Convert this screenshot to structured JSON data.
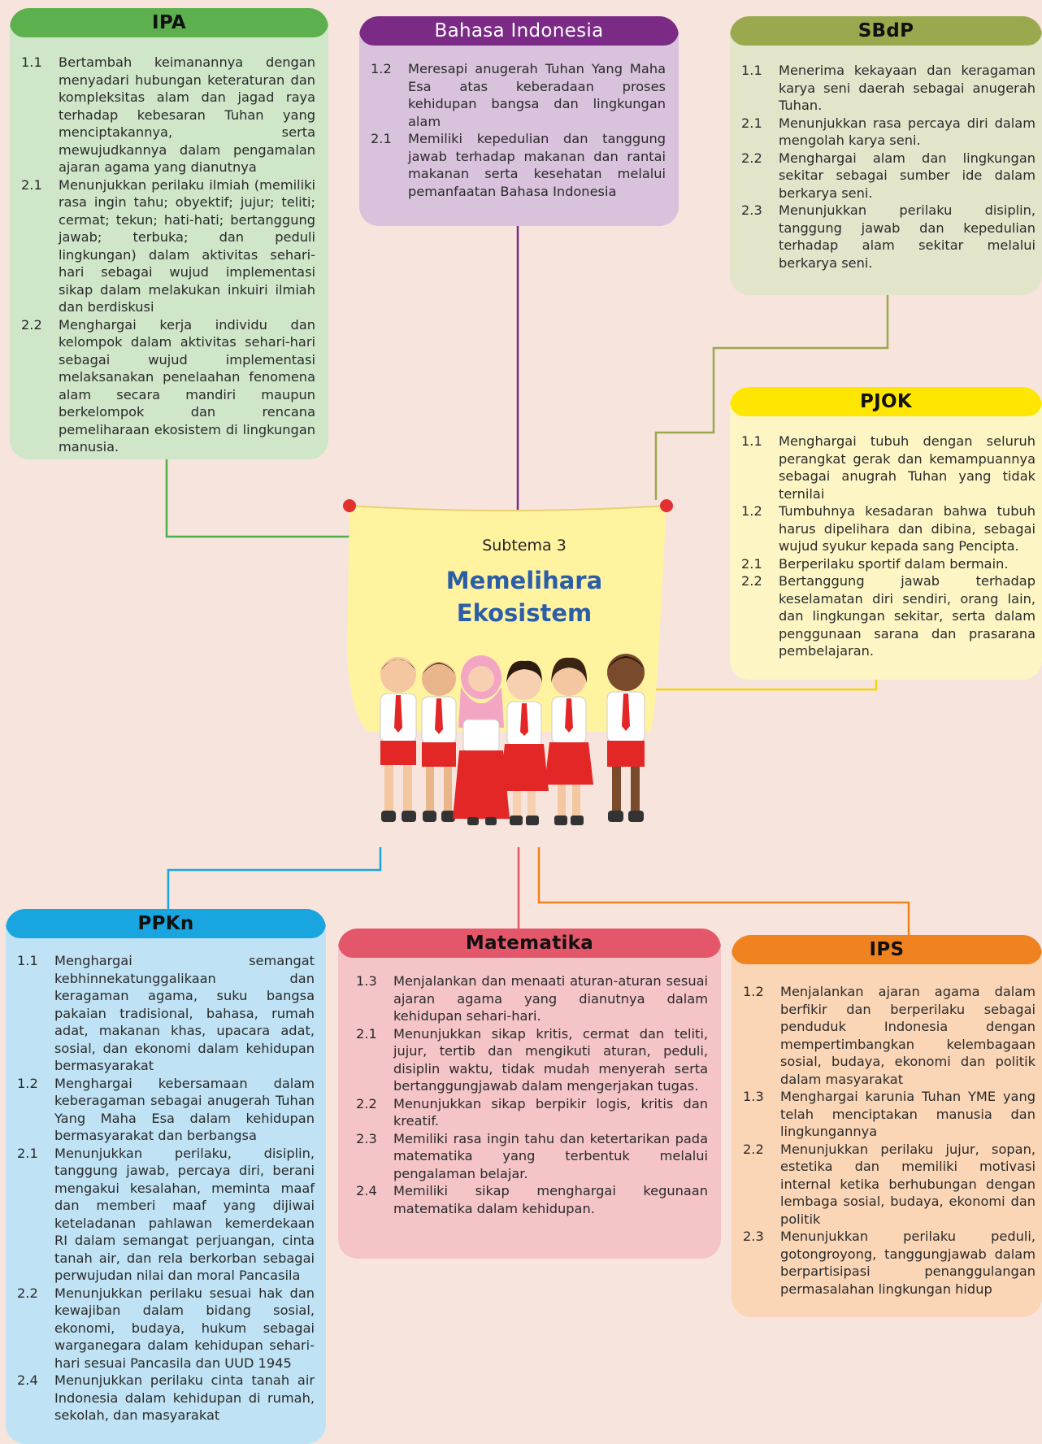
{
  "center": {
    "subtema": "Subtema 3",
    "title_line1": "Memelihara",
    "title_line2": "Ekosistem"
  },
  "ipa": {
    "title": "IPA",
    "items": [
      {
        "num": "1.1",
        "text": "Bertambah keimanannya dengan menyadari hubungan keteraturan dan kompleksitas alam dan jagad raya terhadap kebesaran Tuhan yang menciptakannya, serta mewujudkannya dalam pengamalan ajaran agama yang dianutnya"
      },
      {
        "num": "2.1",
        "text": "Menunjukkan perilaku ilmiah (memiliki rasa ingin tahu; obyektif; jujur; teliti; cermat; tekun; hati-hati; bertanggung jawab; terbuka; dan peduli lingkungan) dalam aktivitas sehari-hari sebagai wujud implementasi sikap dalam melakukan inkuiri ilmiah dan berdiskusi"
      },
      {
        "num": "2.2",
        "text": "Menghargai kerja individu dan kelompok dalam aktivitas sehari-hari sebagai wujud implementasi melaksanakan penelaahan fenomena alam secara mandiri maupun berkelompok dan rencana pemeliharaan ekosistem di lingkungan manusia."
      }
    ]
  },
  "bahasa": {
    "title": "Bahasa Indonesia",
    "items": [
      {
        "num": "1.2",
        "text": "Meresapi anugerah Tuhan Yang Maha Esa atas keberadaan proses kehidupan bangsa dan lingkungan alam"
      },
      {
        "num": "2.1",
        "text": "Memiliki kepedulian dan tanggung jawab terhadap makanan dan rantai makanan serta kesehatan melalui pemanfaatan Bahasa Indonesia"
      }
    ]
  },
  "sbdp": {
    "title": "SBdP",
    "items": [
      {
        "num": "1.1",
        "text": "Menerima kekayaan dan keragaman karya seni daerah sebagai anugerah Tuhan."
      },
      {
        "num": "2.1",
        "text": "Menunjukkan rasa percaya diri dalam mengolah karya seni."
      },
      {
        "num": "2.2",
        "text": "Menghargai alam dan lingkungan sekitar sebagai sumber ide dalam berkarya seni."
      },
      {
        "num": "2.3",
        "text": "Menunjukkan perilaku disiplin, tanggung jawab dan kepedulian terhadap alam sekitar melalui berkarya seni."
      }
    ]
  },
  "pjok": {
    "title": "PJOK",
    "items": [
      {
        "num": "1.1",
        "text": "Menghargai tubuh dengan seluruh perangkat gerak dan kemampuannya sebagai anugrah Tuhan yang tidak ternilai"
      },
      {
        "num": "1.2",
        "text": "Tumbuhnya kesadaran bahwa tubuh harus dipelihara dan dibina, sebagai wujud syukur kepada sang Pencipta."
      },
      {
        "num": "2.1",
        "text": "Berperilaku sportif dalam bermain."
      },
      {
        "num": "2.2",
        "text": "Bertanggung jawab terhadap keselamatan diri sendiri, orang lain, dan lingkungan sekitar, serta dalam penggunaan sarana dan prasarana pembelajaran."
      }
    ]
  },
  "ppkn": {
    "title": "PPKn",
    "items": [
      {
        "num": "1.1",
        "text": "Menghargai semangat kebhinnekatunggalikaan dan keragaman agama, suku bangsa pakaian tradisional, bahasa, rumah adat, makanan khas, upacara adat, sosial, dan ekonomi dalam kehidupan bermasyarakat"
      },
      {
        "num": "1.2",
        "text": "Menghargai kebersamaan dalam keberagaman sebagai anugerah Tuhan Yang Maha Esa dalam kehidupan bermasyarakat dan berbangsa"
      },
      {
        "num": "2.1",
        "text": "Menunjukkan perilaku, disiplin, tanggung jawab, percaya diri, berani mengakui kesalahan, meminta maaf dan memberi maaf yang dijiwai keteladanan pahlawan kemerdekaan RI dalam semangat perjuangan, cinta tanah air, dan rela berkorban sebagai perwujudan nilai dan moral Pancasila"
      },
      {
        "num": "2.2",
        "text": "Menunjukkan perilaku sesuai hak dan kewajiban dalam bidang sosial, ekonomi, budaya, hukum sebagai warganegara dalam kehidupan sehari-hari sesuai Pancasila dan UUD 1945"
      },
      {
        "num": "2.4",
        "text": "Menunjukkan perilaku cinta tanah air Indonesia dalam kehidupan di rumah, sekolah, dan masyarakat"
      }
    ]
  },
  "matematika": {
    "title": "Matematika",
    "items": [
      {
        "num": "1.3",
        "text": "Menjalankan dan menaati aturan-aturan sesuai ajaran agama yang dianutnya dalam kehidupan sehari-hari."
      },
      {
        "num": "2.1",
        "text": "Menunjukkan sikap kritis, cermat dan teliti, jujur, tertib dan mengikuti aturan, peduli, disiplin waktu, tidak mudah menyerah serta bertanggungjawab dalam mengerjakan tugas."
      },
      {
        "num": "2.2",
        "text": "Menunjukkan sikap berpikir logis, kritis dan kreatif."
      },
      {
        "num": "2.3",
        "text": "Memiliki rasa ingin tahu dan ketertarikan pada matematika yang terbentuk melalui pengalaman belajar."
      },
      {
        "num": "2.4",
        "text": "Memiliki sikap menghargai kegunaan matematika dalam kehidupan."
      }
    ]
  },
  "ips": {
    "title": "IPS",
    "items": [
      {
        "num": "1.2",
        "text": "Menjalankan ajaran agama dalam berfikir dan berperilaku sebagai penduduk Indonesia dengan mempertimbangkan kelembagaan sosial, budaya, ekonomi dan politik dalam masyarakat"
      },
      {
        "num": "1.3",
        "text": "Menghargai karunia Tuhan YME yang telah menciptakan manusia dan lingkungannya"
      },
      {
        "num": "2.2",
        "text": "Menunjukkan perilaku jujur, sopan, estetika dan memiliki motivasi internal ketika berhubungan dengan lembaga sosial, budaya, ekonomi dan politik"
      },
      {
        "num": "2.3",
        "text": "Menunjukkan perilaku peduli, gotongroyong, tanggungjawab dalam berpartisipasi penanggulangan permasalahan lingkungan hidup"
      }
    ]
  },
  "colors": {
    "ipa": "#5db04e",
    "bahasa": "#7b2a86",
    "sbdp": "#9aa84e",
    "pjok": "#ffe600",
    "ppkn": "#19a5e0",
    "matematika": "#e4576a",
    "ips": "#f08220"
  }
}
